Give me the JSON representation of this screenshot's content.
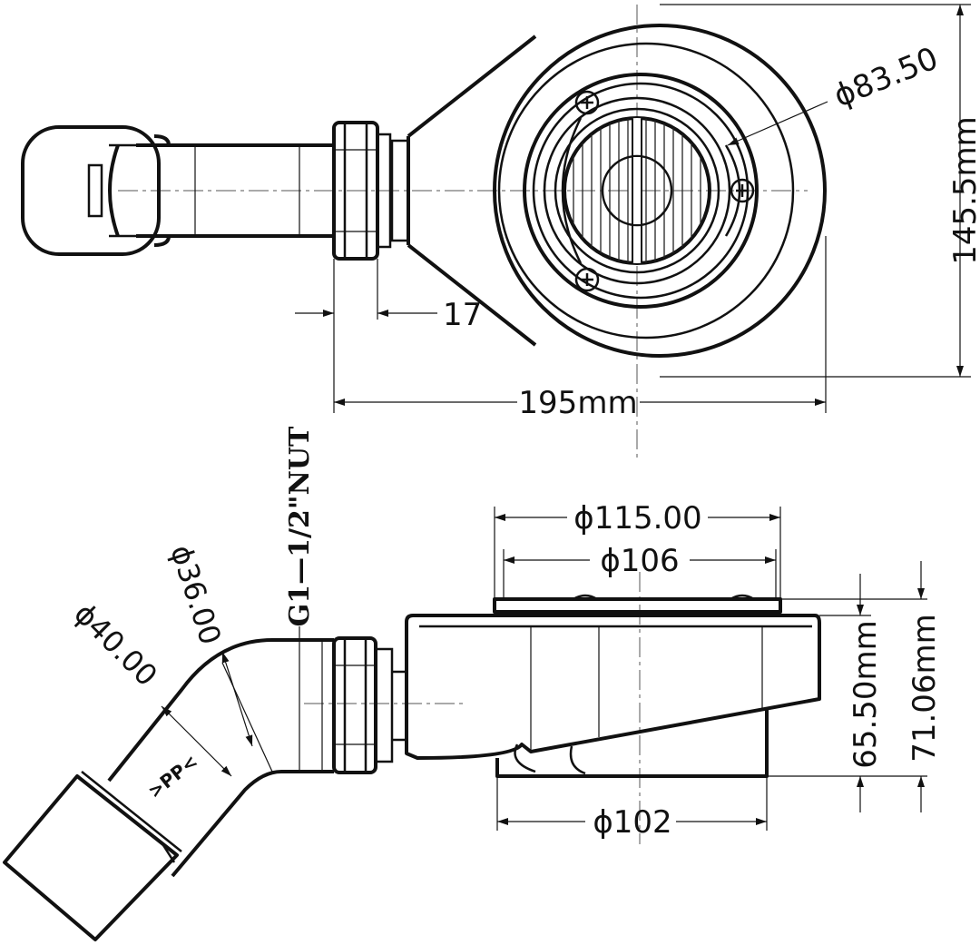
{
  "colors": {
    "line": "#111111",
    "background": "#ffffff"
  },
  "top_view": {
    "grate_diameter": "ϕ83.50",
    "nut_width": "17",
    "overall_length": "195mm",
    "overall_width": "145.5mm"
  },
  "side_view": {
    "thread_spec": "G1—1/2\"NUT",
    "pipe_inner_diameter": "ϕ36.00",
    "pipe_outer_diameter": "ϕ40.00",
    "flange_diameter": "ϕ115.00",
    "body_top_diameter": "ϕ106",
    "body_base_diameter": "ϕ102",
    "body_height": "65.50mm",
    "total_height": "71.06mm",
    "material_mark": ">PP<"
  }
}
